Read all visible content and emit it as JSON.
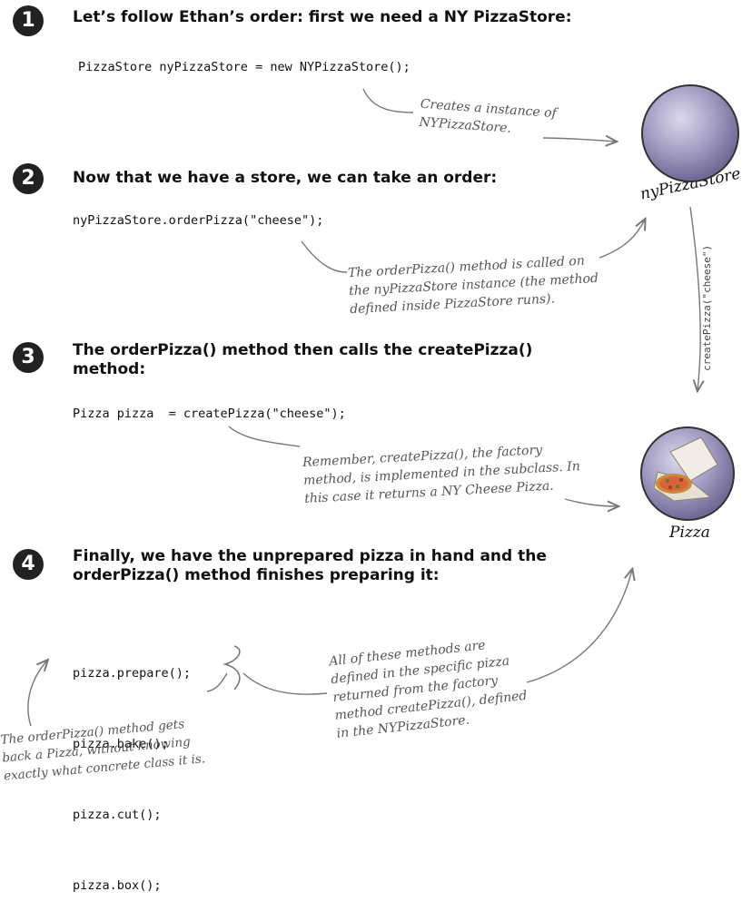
{
  "steps": [
    {
      "number": "1",
      "heading_line1": "Let’s follow Ethan’s order: first we need a NY PizzaStore:",
      "heading_line2": ""
    },
    {
      "number": "2",
      "heading_line1": "Now that we have a store, we can take an order:",
      "heading_line2": ""
    },
    {
      "number": "3",
      "heading_line1": "The orderPizza() method then calls the createPizza()",
      "heading_line2": "method:"
    },
    {
      "number": "4",
      "heading_line1": "Finally, we have the unprepared pizza in hand and the",
      "heading_line2": "orderPizza() method finishes preparing it:"
    }
  ],
  "code": {
    "line1": "PizzaStore nyPizzaStore = new NYPizzaStore();",
    "line2": "nyPizzaStore.orderPizza(\"cheese\");",
    "line3": "Pizza pizza  = createPizza(\"cheese\");",
    "line4": [
      "pizza.prepare();",
      "pizza.bake();",
      "pizza.cut();",
      "pizza.box();"
    ]
  },
  "notes": {
    "note1": [
      "Creates a instance of",
      "NYPizzaStore."
    ],
    "note2": [
      "The orderPizza() method is called on",
      "the nyPizzaStore instance (the method",
      "defined inside PizzaStore runs)."
    ],
    "note3": [
      "Remember, createPizza(), the factory",
      "method, is implemented in the subclass. In",
      "this case it returns a NY Cheese Pizza."
    ],
    "note4": [
      "All of these methods are",
      "defined in the specific pizza",
      "returned from the factory",
      "method createPizza(), defined",
      "in the NYPizzaStore."
    ],
    "note5": [
      "The orderPizza() method gets",
      "back a Pizza, without knowing",
      "exactly what concrete class it is."
    ]
  },
  "objects": {
    "store_label": "nyPizzaStore",
    "pizza_label": "Pizza",
    "call_label": "createPizza(\"cheese\")"
  },
  "colors": {
    "sphere": "#8f8ab0",
    "sphere_highlight": "#d9d6ea",
    "arrow": "#777777"
  }
}
